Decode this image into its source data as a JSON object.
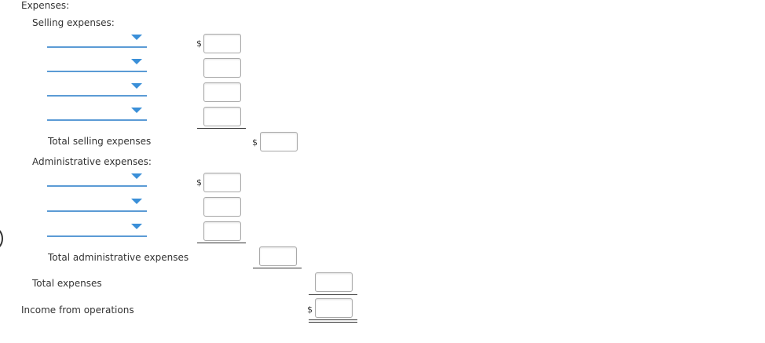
{
  "form": {
    "expenses_heading": "Expenses:",
    "selling_heading": "Selling expenses:",
    "total_selling_label": "Total selling expenses",
    "administrative_heading": "Administrative expenses:",
    "total_administrative_label": "Total administrative expenses",
    "total_expenses_label": "Total expenses",
    "income_label": "Income from operations",
    "currency_symbol": "$"
  },
  "selling_rows": [
    {
      "account": "",
      "amount": ""
    },
    {
      "account": "",
      "amount": ""
    },
    {
      "account": "",
      "amount": ""
    },
    {
      "account": "",
      "amount": ""
    }
  ],
  "administrative_rows": [
    {
      "account": "",
      "amount": ""
    },
    {
      "account": "",
      "amount": ""
    },
    {
      "account": "",
      "amount": ""
    }
  ],
  "totals": {
    "total_selling": "",
    "total_administrative": "",
    "total_expenses": "",
    "income_from_operations": ""
  },
  "icons": {
    "dropdown": "chevron-down-icon",
    "partial_circle": "circle-icon"
  },
  "colors": {
    "dropdown_underline": "#5b9bd5",
    "dropdown_arrow": "#3a8fd8",
    "text": "#333333",
    "input_border": "#a9a9a9"
  }
}
